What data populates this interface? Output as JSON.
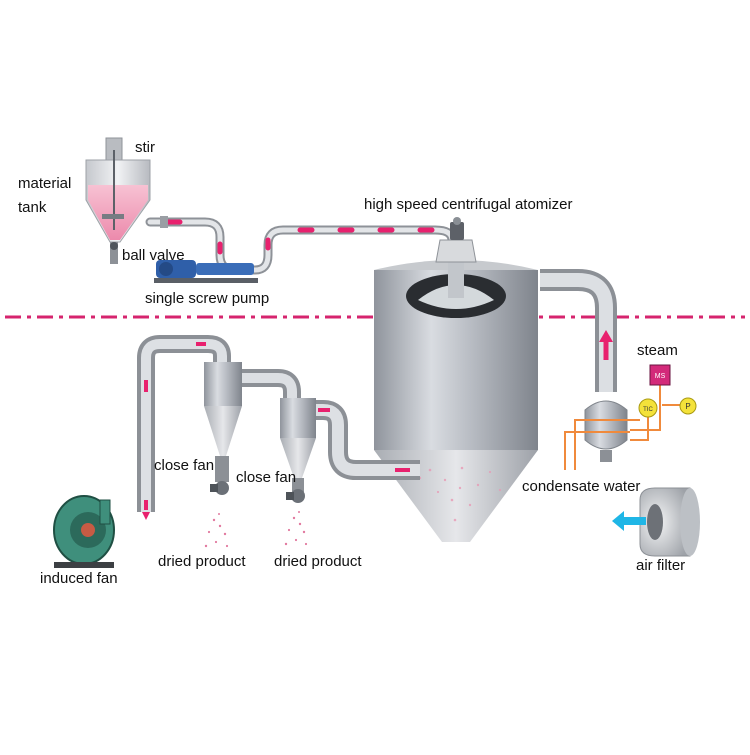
{
  "labels": {
    "stir": "stir",
    "material_tank_line1": "material",
    "material_tank_line2": "tank",
    "ball_valve": "ball valve",
    "single_screw_pump": "single screw pump",
    "atomizer": "high speed centrifugal atomizer",
    "steam": "steam",
    "close_fan_1": "close fan",
    "close_fan_2": "close fan",
    "condensate_water": "condensate water",
    "dried_product_1": "dried product",
    "dried_product_2": "dried product",
    "induced_fan": "induced fan",
    "air_filter": "air filter"
  },
  "instrument_tags": {
    "steam_valve": "MS",
    "temp_controller": "TIC",
    "pressure_gauge": "P"
  },
  "colors": {
    "pipe": "#c9ccd2",
    "pipe_highlight": "#eef0f3",
    "flow_marker": "#e8216e",
    "divider_line": "#d6246e",
    "liquid": "#f2a3bd",
    "vessel": "#aeb2b9",
    "fan_body": "#3f8f7c",
    "airflow_arrow": "#1fb6e6"
  },
  "icons": {
    "flow_arrow": "arrow-icon",
    "fan": "fan-icon",
    "gauge": "gauge-icon"
  }
}
